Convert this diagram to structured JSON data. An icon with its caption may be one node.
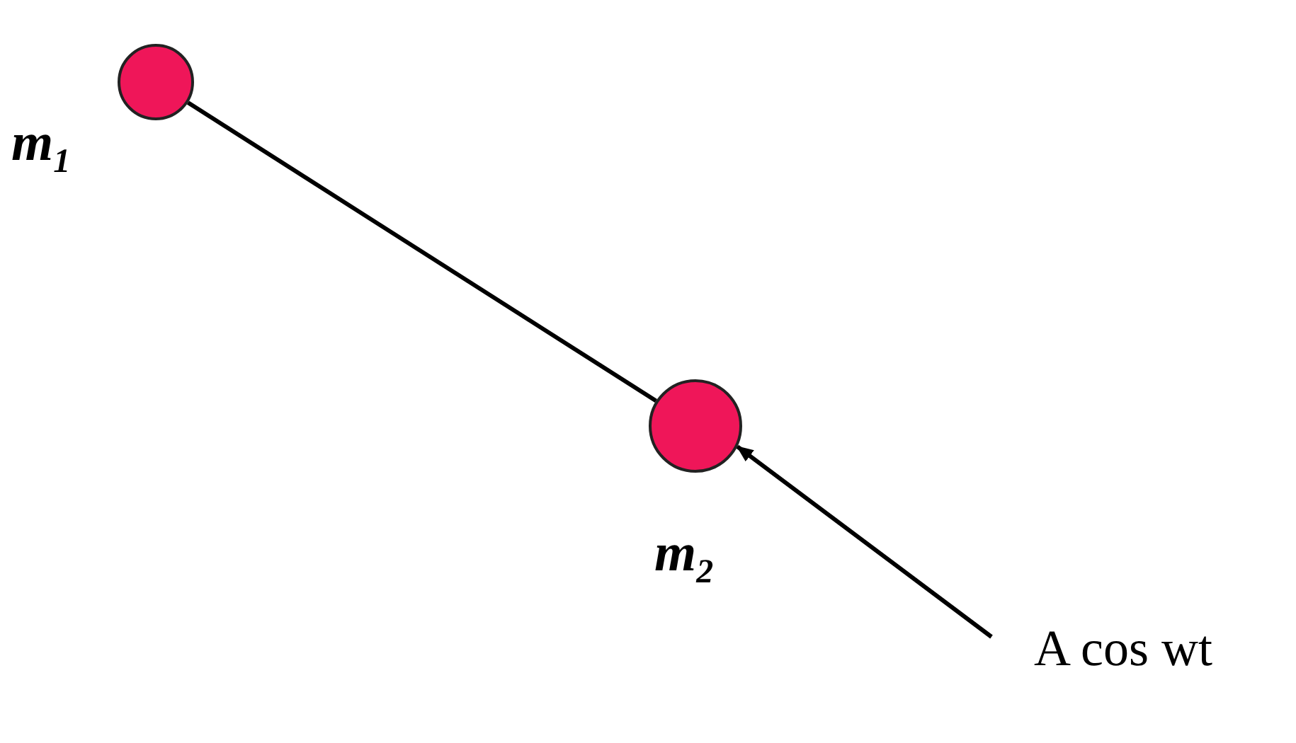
{
  "diagram": {
    "nodes": [
      {
        "text": [],
        "shape": "circle",
        "beside": [
          "m$_{1}$"
        ]
      },
      {
        "text": [],
        "shape": "circle",
        "beside": [
          "m$_{2}$"
        ]
      },
      {
        "text": [
          "A cos wt"
        ]
      }
    ],
    "edges": [
      {
        "from": 0,
        "to": 1,
        "arrow": "none"
      },
      {
        "from": 2,
        "to": 1,
        "arrow": "to"
      }
    ]
  }
}
